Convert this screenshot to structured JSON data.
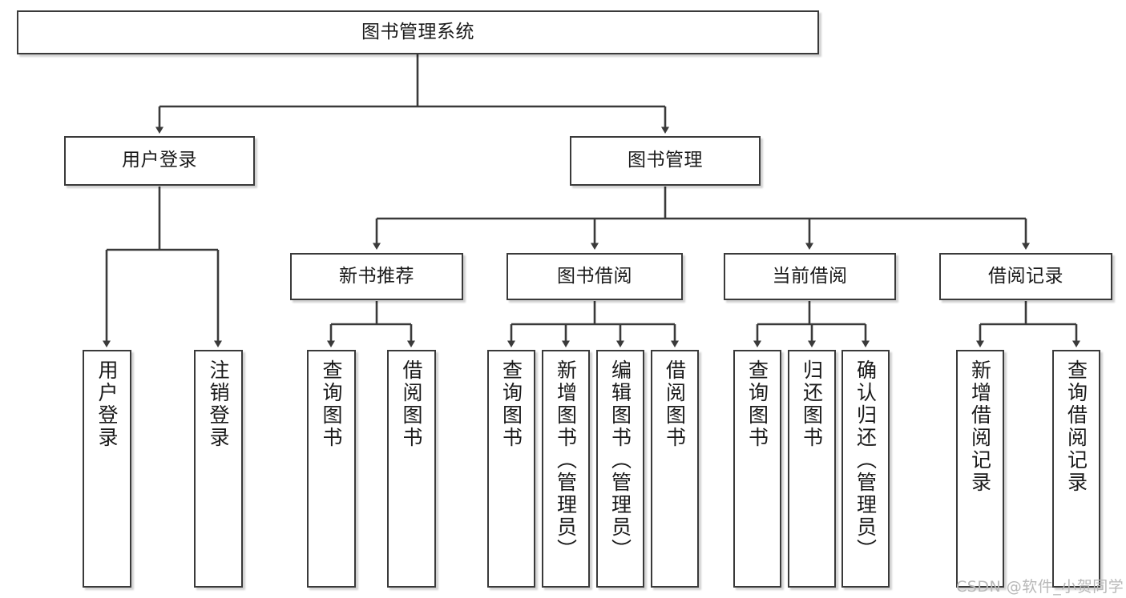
{
  "diagram": {
    "title": "图书管理系统",
    "type": "tree",
    "orientation": "top-down",
    "colors": {
      "box_border": "#3a3a3a",
      "box_fill": "#ffffff",
      "connector": "#3a3a3a",
      "text": "#1a1a1a",
      "watermark": "#b8b8b8",
      "background": "#ffffff"
    },
    "nodes": {
      "root": {
        "label": "图书管理系统",
        "level": 0,
        "orientation": "horizontal"
      },
      "l1": [
        {
          "id": "user-login",
          "label": "用户登录",
          "orientation": "horizontal"
        },
        {
          "id": "book-manage",
          "label": "图书管理",
          "orientation": "horizontal"
        }
      ],
      "l2": [
        {
          "id": "new-book-rec",
          "label": "新书推荐",
          "parent": "book-manage",
          "orientation": "horizontal"
        },
        {
          "id": "book-borrow",
          "label": "图书借阅",
          "parent": "book-manage",
          "orientation": "horizontal"
        },
        {
          "id": "current-borrow",
          "label": "当前借阅",
          "parent": "book-manage",
          "orientation": "horizontal"
        },
        {
          "id": "borrow-record",
          "label": "借阅记录",
          "parent": "book-manage",
          "orientation": "horizontal"
        }
      ],
      "leaves": [
        {
          "id": "leaf-user-login",
          "label": "用户登录",
          "parent": "user-login",
          "orientation": "vertical"
        },
        {
          "id": "leaf-user-logout",
          "label": "注销登录",
          "parent": "user-login",
          "orientation": "vertical"
        },
        {
          "id": "leaf-rec-query-book",
          "label": "查询图书",
          "parent": "new-book-rec",
          "orientation": "vertical"
        },
        {
          "id": "leaf-rec-borrow-book",
          "label": "借阅图书",
          "parent": "new-book-rec",
          "orientation": "vertical"
        },
        {
          "id": "leaf-bb-query-book",
          "label": "查询图书",
          "parent": "book-borrow",
          "orientation": "vertical"
        },
        {
          "id": "leaf-bb-add-book",
          "label": "新增图书（管理员）",
          "parent": "book-borrow",
          "orientation": "vertical"
        },
        {
          "id": "leaf-bb-edit-book",
          "label": "编辑图书（管理员）",
          "parent": "book-borrow",
          "orientation": "vertical"
        },
        {
          "id": "leaf-bb-borrow-book",
          "label": "借阅图书",
          "parent": "book-borrow",
          "orientation": "vertical"
        },
        {
          "id": "leaf-cb-query-book",
          "label": "查询图书",
          "parent": "current-borrow",
          "orientation": "vertical"
        },
        {
          "id": "leaf-cb-return-book",
          "label": "归还图书",
          "parent": "current-borrow",
          "orientation": "vertical"
        },
        {
          "id": "leaf-cb-confirm-return",
          "label": "确认归还（管理员）",
          "parent": "current-borrow",
          "orientation": "vertical"
        },
        {
          "id": "leaf-br-add-record",
          "label": "新增借阅记录",
          "parent": "borrow-record",
          "orientation": "vertical"
        },
        {
          "id": "leaf-br-query-record",
          "label": "查询借阅记录",
          "parent": "borrow-record",
          "orientation": "vertical"
        }
      ]
    },
    "watermark": "CSDN @软件_小贺同学"
  }
}
